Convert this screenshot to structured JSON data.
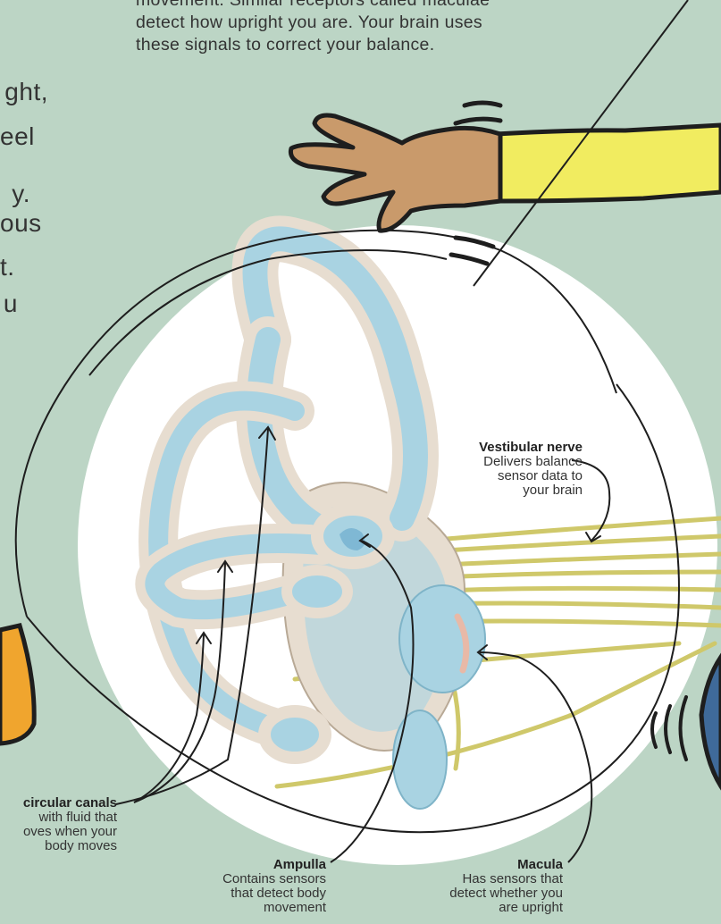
{
  "intro_lines": [
    "movement. Similar receptors called maculae",
    "detect how upright you are. Your brain uses",
    "these signals to correct your balance."
  ],
  "side_text_fragments": [
    "ght,",
    "eel",
    "y.",
    "ous",
    "t.",
    "u"
  ],
  "labels": {
    "vestibular_nerve": {
      "title": "Vestibular nerve",
      "lines": [
        "Delivers balance",
        "sensor data to",
        "your brain"
      ]
    },
    "semicircular_canals": {
      "title": "circular canals",
      "lines": [
        "with fluid that",
        "oves when your",
        "body moves"
      ]
    },
    "ampulla": {
      "title": "Ampulla",
      "lines": [
        "Contains sensors",
        "that detect body",
        "movement"
      ]
    },
    "macula": {
      "title": "Macula",
      "lines": [
        "Has sensors that",
        "detect whether you",
        "are upright"
      ]
    }
  },
  "colors": {
    "background": "#bcd5c5",
    "disc": "#ffffff",
    "canal_fluid": "#a9d3e2",
    "canal_wall": "#e7ddd0",
    "nerve": "#d8d27c",
    "skin": "#c99a6b",
    "sleeve": "#f1ec60",
    "orange_shirt": "#f0a52e",
    "blue_shirt": "#3f6a9a"
  }
}
